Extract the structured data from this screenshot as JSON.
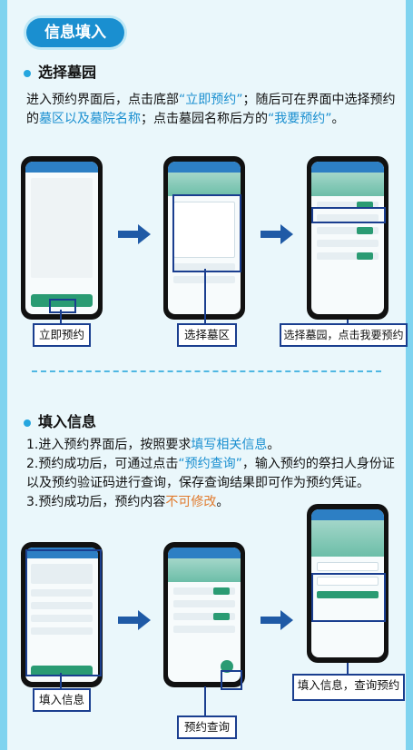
{
  "section_pill": "信息填入",
  "section1": {
    "title": "选择墓园",
    "para_parts": [
      "进入预约界面后，点击底部",
      "“立即预约”",
      "；随后可在界面中选择预约的",
      "墓区以及墓院名称",
      "；点击墓园名称后方的",
      "“我要预约”",
      "。"
    ],
    "labels": [
      "立即预约",
      "选择墓区",
      "选择墓园，点击我要预约"
    ]
  },
  "section2": {
    "title": "填入信息",
    "line1_parts": [
      "1.进入预约界面后，按照要求",
      "填写相关信息",
      "。"
    ],
    "line2_parts": [
      "2.预约成功后，可通过点击",
      "“预约查询”",
      "，输入预约的祭扫人身份证以及预约验证码进行查询，保存查询结果即可作为预约凭证。"
    ],
    "line3_parts": [
      "3.预约成功后，预约内容",
      "不可修改",
      "。"
    ],
    "labels": [
      "填入信息",
      "预约查询",
      "填入信息，查询预约"
    ]
  },
  "colors": {
    "accent": "#1a8fd0",
    "highlight_orange": "#e17a2c",
    "box_border": "#1a3e8f",
    "arrow": "#1f5aa6"
  }
}
